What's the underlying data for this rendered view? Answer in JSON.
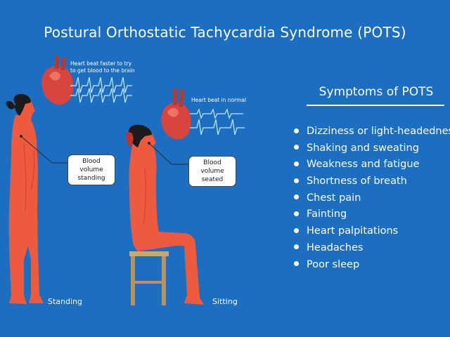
{
  "title": "Postural Orthostatic Tachycardia Syndrome (POTS)",
  "standing": {
    "heart_note": [
      "Heart beat faster to try",
      "to get blood to the brain"
    ],
    "callout": [
      "Blood volume",
      "standing"
    ],
    "caption": "Standing"
  },
  "sitting": {
    "heart_note": [
      "Heart beat in normal"
    ],
    "callout": [
      "Blood volume",
      "seated"
    ],
    "caption": "Sitting"
  },
  "symptoms": {
    "title": "Symptoms of POTS",
    "items": [
      "Dizziness or light-headedness",
      "Shaking and sweating",
      "Weakness and fatigue",
      "Shortness of breath",
      "Chest pain",
      "Fainting",
      "Heart palpitations",
      "Headaches",
      "Poor sleep"
    ]
  },
  "colors": {
    "background": "#1c6ec0",
    "body": "#ee5a3e",
    "heart": "#d8453c",
    "ecg": "#bfe6ff",
    "stool": "#c8a677"
  }
}
